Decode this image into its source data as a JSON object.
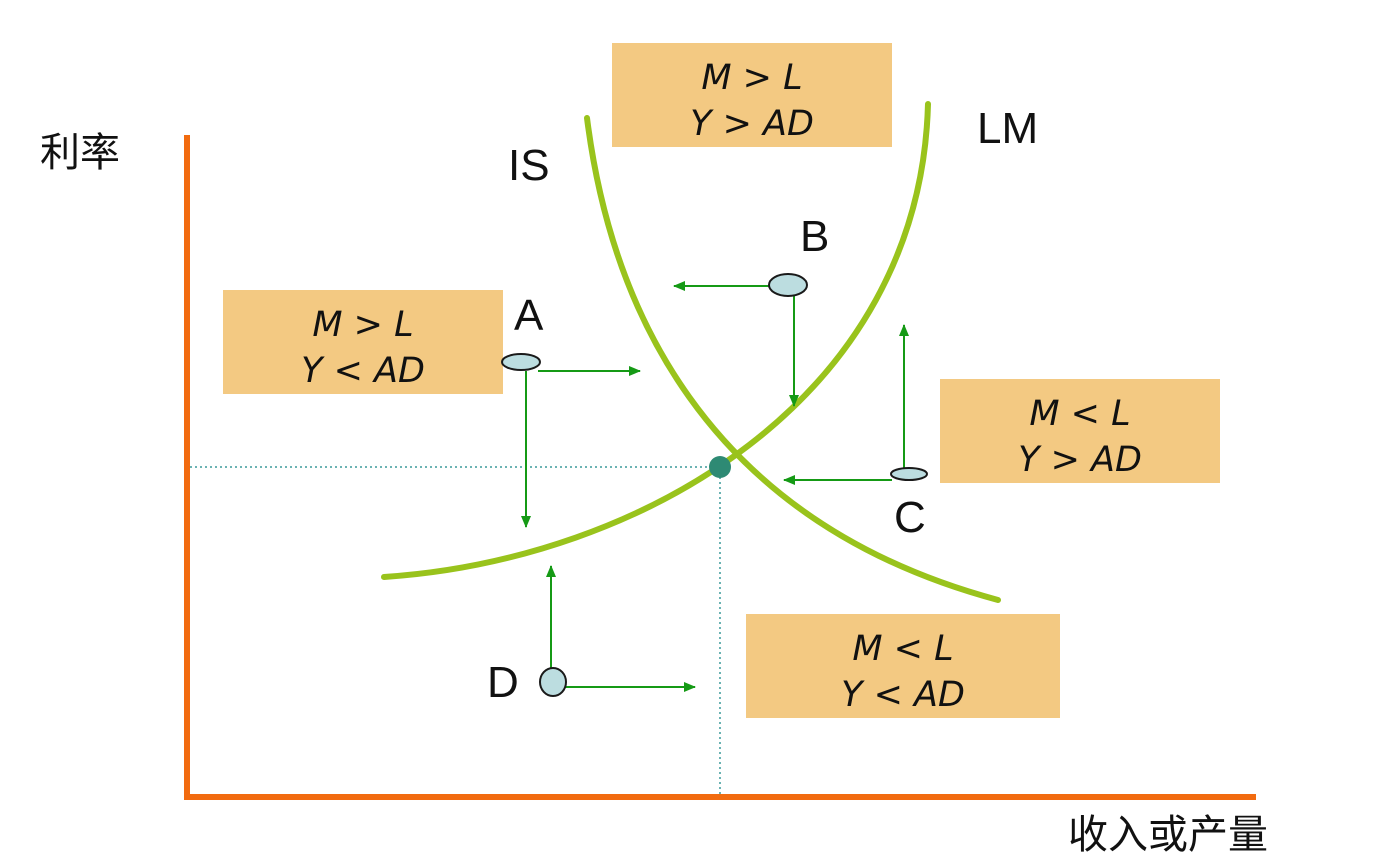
{
  "axes": {
    "y_label": "利率",
    "x_label": "收入或产量"
  },
  "curves": {
    "is_label": "IS",
    "lm_label": "LM"
  },
  "points": {
    "a": "A",
    "b": "B",
    "c": "C",
    "d": "D"
  },
  "regions": {
    "top": {
      "line1": "M > L",
      "line2": "Y > AD"
    },
    "left": {
      "line1": "M > L",
      "line2": "Y < AD"
    },
    "right": {
      "line1": "M < L",
      "line2": "Y > AD"
    },
    "bottom": {
      "line1": "M < L",
      "line2": "Y < AD"
    }
  },
  "colors": {
    "axis": "#f26b0f",
    "curve": "#99c31c",
    "arrow": "#159a15",
    "box": "#f3c982",
    "point_fill": "#bcdde0",
    "equilibrium": "#2e8a74",
    "guide": "#3a9a9a"
  }
}
